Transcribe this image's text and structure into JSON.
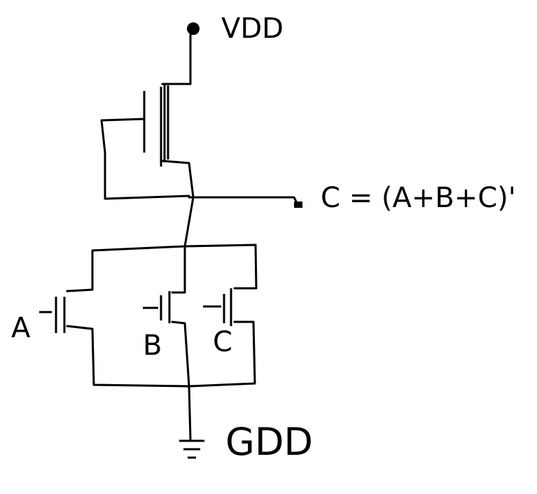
{
  "diagram": {
    "supply_label": "VDD",
    "output_label": "C = (A+B+C)'",
    "input_a_label": "A",
    "input_b_label": "B",
    "input_c_label": "C",
    "ground_label": "GDD",
    "ink_color": "#000000",
    "background_color": "#ffffff"
  }
}
